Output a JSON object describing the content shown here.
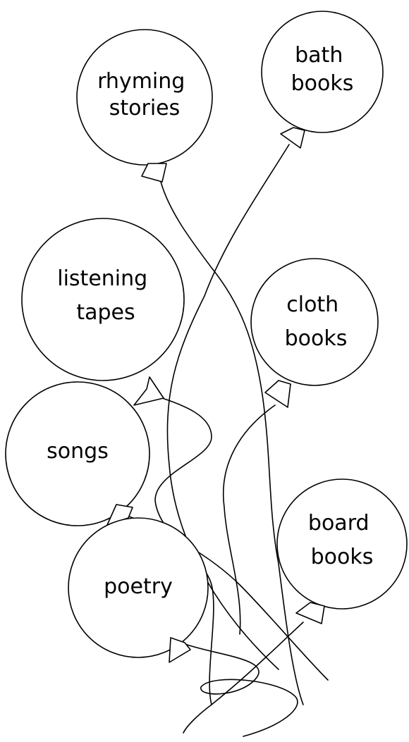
{
  "colors": {
    "background": "#ffffff",
    "ink": "#000000"
  },
  "balloons": [
    {
      "id": "rhyming-stories",
      "lines": [
        "rhyming",
        "stories"
      ]
    },
    {
      "id": "bath-books",
      "lines": [
        "bath",
        "books"
      ]
    },
    {
      "id": "listening-tapes",
      "lines": [
        "listening",
        "tapes"
      ]
    },
    {
      "id": "cloth-books",
      "lines": [
        "cloth",
        "books"
      ]
    },
    {
      "id": "songs",
      "lines": [
        "songs"
      ]
    },
    {
      "id": "board-books",
      "lines": [
        "board",
        "books"
      ]
    },
    {
      "id": "poetry",
      "lines": [
        "poetry"
      ]
    }
  ]
}
